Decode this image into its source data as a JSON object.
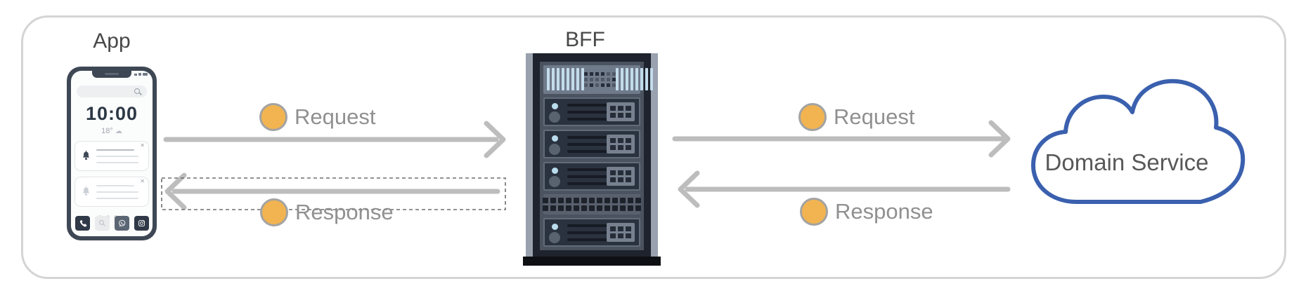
{
  "nodes": {
    "app": {
      "title": "App",
      "phone": {
        "time": "10:00",
        "temperature": "18°",
        "page_dot_count": 4,
        "notification_icons": [
          "bell-icon",
          "bell-icon"
        ],
        "dock_icons": [
          "phone-icon",
          "search-icon",
          "whatsapp-icon",
          "instagram-icon"
        ]
      }
    },
    "bff": {
      "title": "BFF"
    },
    "domain_service": {
      "title": "Domain Service"
    }
  },
  "flows": {
    "app_bff": {
      "request": {
        "label": "Request",
        "direction": "right"
      },
      "response": {
        "label": "Response",
        "direction": "left",
        "highlighted_with_dashed_box": true
      }
    },
    "bff_domain": {
      "request": {
        "label": "Request",
        "direction": "right"
      },
      "response": {
        "label": "Response",
        "direction": "left"
      }
    }
  },
  "colors": {
    "arrow": "#bdbdbd",
    "marker_fill": "#f2b450",
    "marker_stroke": "#a3a3a3",
    "label_text": "#909090",
    "node_title_text": "#474747",
    "cloud_stroke": "#3a60ae",
    "cloud_text": "#585858",
    "dashed_box": "#6e6e6e",
    "canvas_border": "#d4d4d4"
  }
}
